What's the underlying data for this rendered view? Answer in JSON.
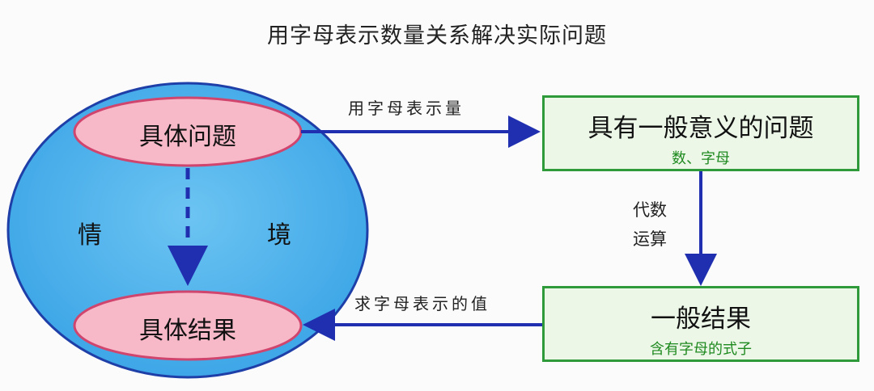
{
  "title": "用字母表示数量关系解决实际问题",
  "left_circle": {
    "top_ellipse": "具体问题",
    "bottom_ellipse": "具体结果",
    "context_left": "情",
    "context_right": "境"
  },
  "box_top": {
    "main": "具有一般意义的问题",
    "sub": "数、字母"
  },
  "box_bottom": {
    "main": "一般结果",
    "sub": "含有字母的式子"
  },
  "arrows": {
    "top_label": "用字母表示量",
    "right_label_line1": "代数",
    "right_label_line2": "运算",
    "bottom_label": "求字母表示的值"
  },
  "colors": {
    "circle_fill": "#4ab0ea",
    "circle_stroke": "#1f3fa8",
    "ellipse_fill": "#f7b8c8",
    "ellipse_stroke": "#d0456e",
    "arrow": "#1f2fb0",
    "box_fill": "#ecf7e8",
    "box_stroke": "#2f9a3a"
  }
}
